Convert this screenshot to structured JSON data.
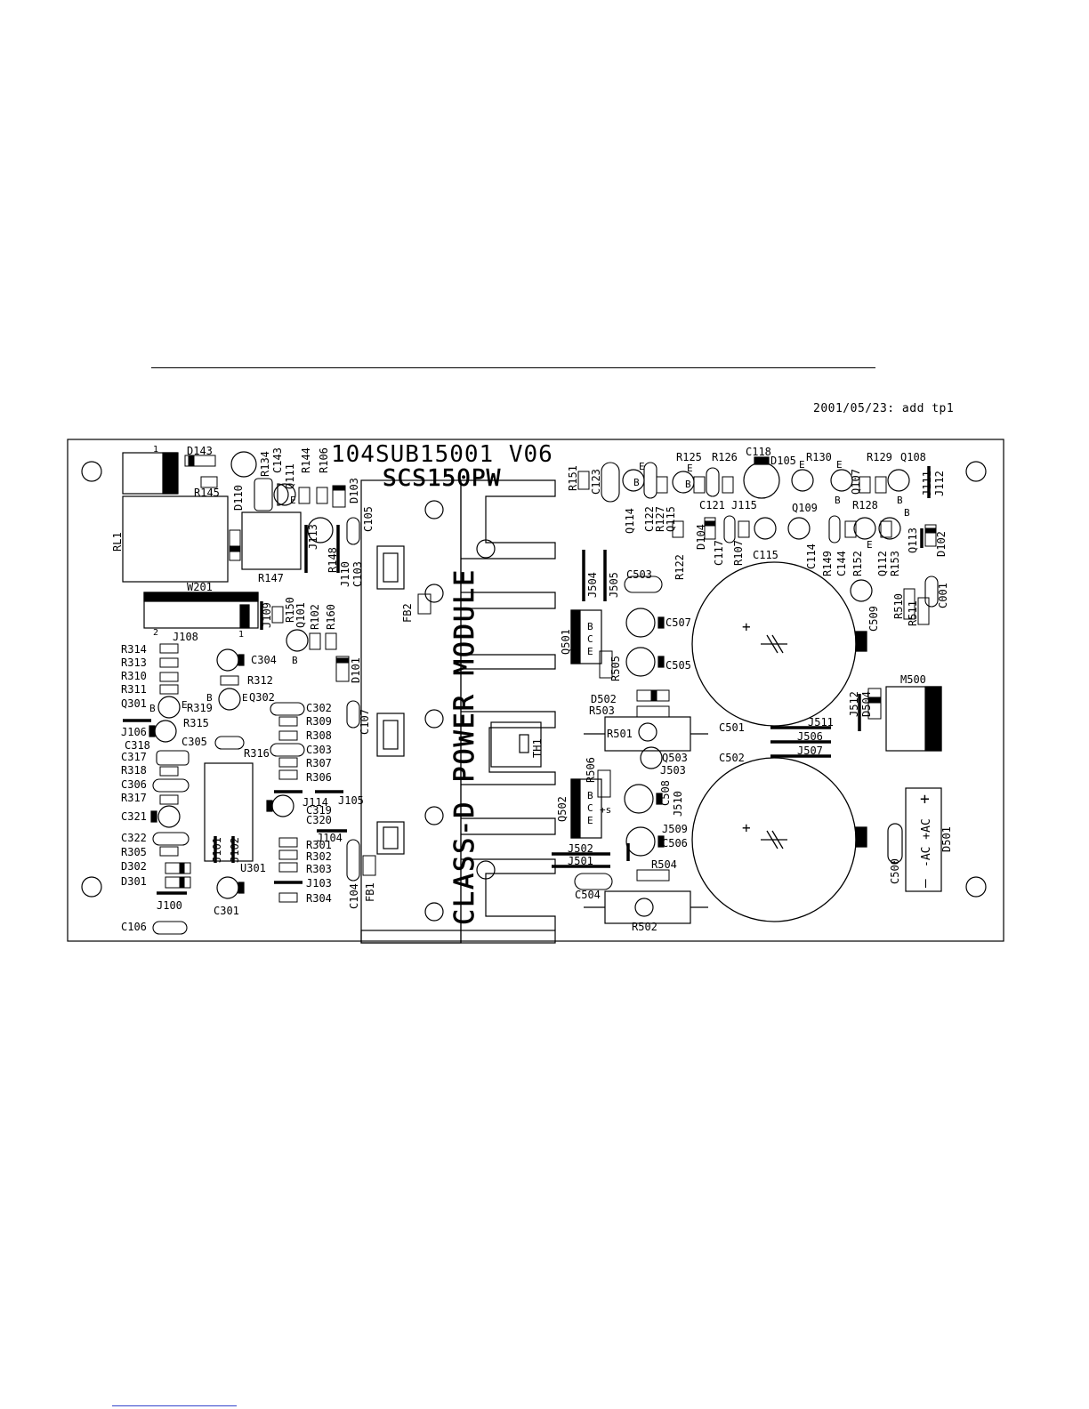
{
  "date_note": "2001/05/23: add tp1",
  "board": {
    "part_number": "104SUB15001 V06",
    "model": "SCS150PW",
    "module_label": "CLASS-D POWER MODULE"
  },
  "ac_labels": [
    "+",
    "-AC +AC",
    "—"
  ],
  "designators": [
    "D143",
    "RL1",
    "R145",
    "D110",
    "R134",
    "C143",
    "Q111",
    "R144",
    "R106",
    "D103",
    "C105",
    "R148",
    "J113",
    "J110",
    "C103",
    "R147",
    "W201",
    "R150",
    "Q101",
    "R102",
    "R160",
    "J109",
    "J108",
    "R314",
    "R313",
    "R310",
    "R311",
    "Q301",
    "C304",
    "R312",
    "Q302",
    "R319",
    "R315",
    "J106",
    "C318",
    "C305",
    "R316",
    "C317",
    "R318",
    "C306",
    "R317",
    "C321",
    "C322",
    "R305",
    "D302",
    "D301",
    "J100",
    "C301",
    "C106",
    "U301",
    "J101",
    "J102",
    "C302",
    "R309",
    "R308",
    "C303",
    "R307",
    "R306",
    "J114",
    "J105",
    "C319",
    "C320",
    "J104",
    "R301",
    "R302",
    "R303",
    "J103",
    "R304",
    "C104",
    "FB1",
    "FB2",
    "D101",
    "C107",
    "TH1",
    "R151",
    "C123",
    "Q114",
    "C122",
    "R127",
    "Q115",
    "R125",
    "R126",
    "C121",
    "J115",
    "C118",
    "D105",
    "R130",
    "Q107",
    "R129",
    "Q108",
    "J112",
    "Q109",
    "C115",
    "R122",
    "D104",
    "C117",
    "R107",
    "C114",
    "R149",
    "C144",
    "R152",
    "R128",
    "Q112",
    "R153",
    "Q113",
    "J111",
    "D102",
    "J504",
    "J505",
    "C503",
    "Q501",
    "C507",
    "C505",
    "R505",
    "D502",
    "R503",
    "R501",
    "C501",
    "C502",
    "J511",
    "J506",
    "J507",
    "M500",
    "J512",
    "D504",
    "C509",
    "R510",
    "R511",
    "C001",
    "Q503",
    "J503",
    "R506",
    "C508",
    "J510",
    "Q502",
    "J509",
    "C506",
    "J502",
    "J501",
    "R504",
    "C504",
    "R502",
    "C500",
    "D501"
  ]
}
